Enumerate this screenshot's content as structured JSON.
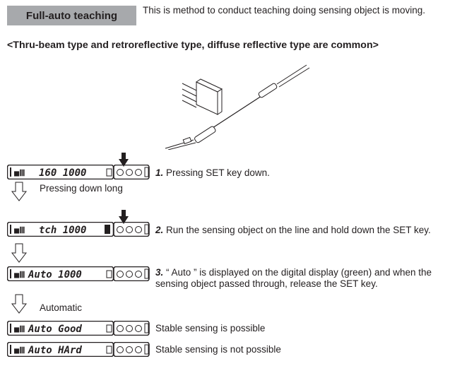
{
  "header": {
    "title": "Full-auto teaching",
    "intro": "This is method to conduct teaching doing sensing object is moving."
  },
  "subtitle": "<Thru-beam type and retroreflective type, diffuse reflective type are common>",
  "devices": [
    {
      "display": "160 1000"
    },
    {
      "display": "tch 1000"
    },
    {
      "display": "Auto 1000"
    },
    {
      "display": "Auto Good"
    },
    {
      "display": "Auto HArd"
    }
  ],
  "steps": [
    {
      "num": "1.",
      "text": "Pressing SET key down."
    },
    {
      "num": "2.",
      "text": "Run the sensing object on the line and hold down the SET key."
    },
    {
      "num": "3.",
      "text": "“ Auto ” is displayed on the digital display (green) and when the sensing object passed through, release the SET key."
    }
  ],
  "transitions": [
    "Pressing down long",
    "Automatic"
  ],
  "results": [
    "Stable sensing is possible",
    "Stable sensing is not possible"
  ],
  "colors": {
    "title_bg": "#a7a9ac",
    "text": "#231f20"
  }
}
